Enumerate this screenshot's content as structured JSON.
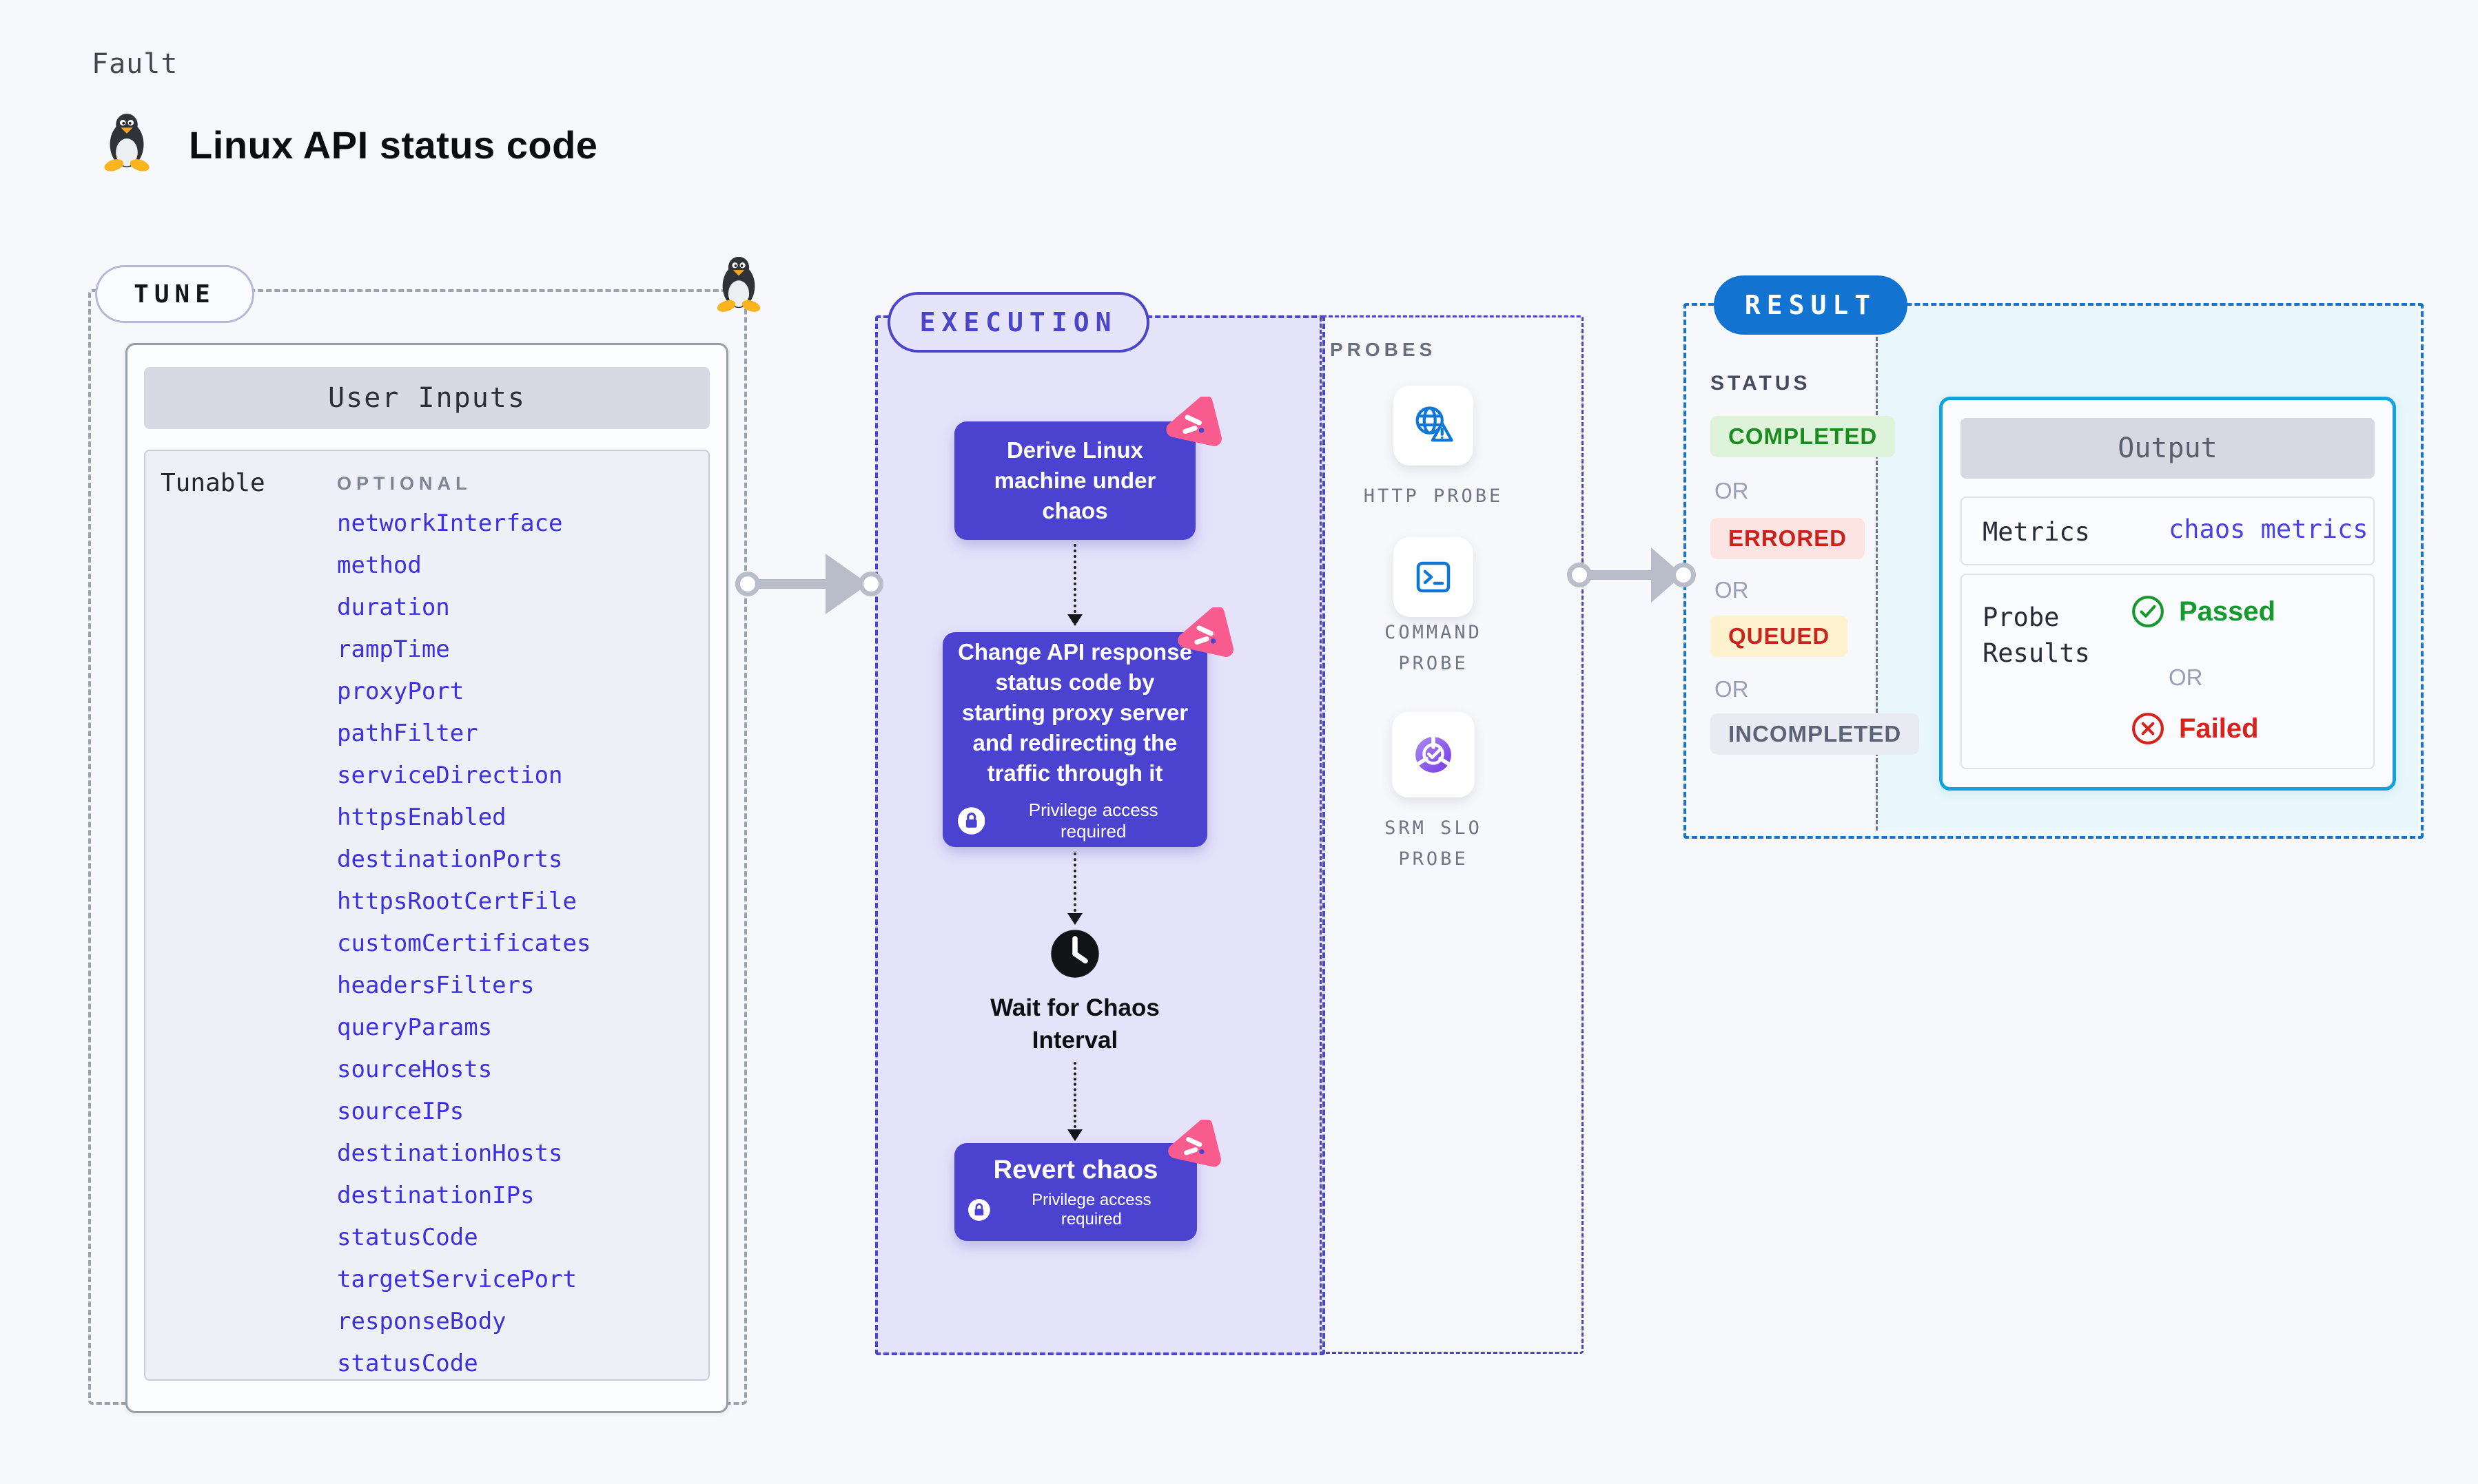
{
  "page": {
    "eyebrow": "Fault",
    "title": "Linux API status code"
  },
  "tune": {
    "pill_label": "TUNE",
    "card_title": "User Inputs",
    "row_label": "Tunable",
    "column_label": "OPTIONAL",
    "tunables": [
      "networkInterface",
      "method",
      "duration",
      "rampTime",
      "proxyPort",
      "pathFilter",
      "serviceDirection",
      "httpsEnabled",
      "destinationPorts",
      "httpsRootCertFile",
      "customCertificates",
      "headersFilters",
      "queryParams",
      "sourceHosts",
      "sourceIPs",
      "destinationHosts",
      "destinationIPs",
      "statusCode",
      "targetServicePort",
      "responseBody",
      "statusCode"
    ]
  },
  "execution": {
    "pill_label": "EXECUTION",
    "node1_label": "Derive Linux machine under chaos",
    "node2_label": "Change API response status code by starting proxy server and redirecting the traffic through it",
    "privilege_note": "Privilege access required",
    "wait_label": "Wait for Chaos Interval",
    "node3_label": "Revert chaos"
  },
  "probes": {
    "section_label": "PROBES",
    "items": [
      {
        "label": "HTTP PROBE",
        "icon": "globe-alert-icon"
      },
      {
        "label": "COMMAND PROBE",
        "icon": "terminal-icon"
      },
      {
        "label": "SRM SLO PROBE",
        "icon": "slo-donut-icon"
      }
    ]
  },
  "result": {
    "pill_label": "RESULT",
    "status_label": "STATUS",
    "or_label": "OR",
    "statuses": [
      "COMPLETED",
      "ERRORED",
      "QUEUED",
      "INCOMPLETED"
    ],
    "output": {
      "title": "Output",
      "metrics_label": "Metrics",
      "metrics_value": "chaos metrics",
      "probe_results_label": "Probe Results",
      "passed_label": "Passed",
      "failed_label": "Failed"
    }
  },
  "colors": {
    "accent_indigo": "#4b43cf",
    "accent_blue": "#1273d1",
    "accent_cyan": "#12a3dc",
    "link_blue": "#3c31dd",
    "passed_green": "#169a2f",
    "failed_red": "#d6231c",
    "badge_pink": "#f85c8f",
    "lavender_bg": "#e5e3fa",
    "cyan_bg": "#e9f6fb"
  }
}
